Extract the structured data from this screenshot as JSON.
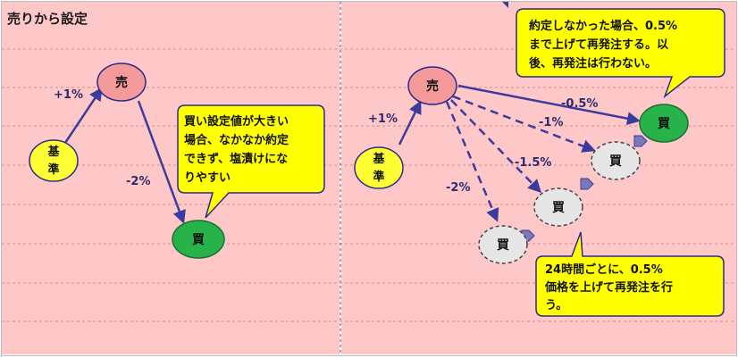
{
  "title": "売りから設定",
  "colors": {
    "background": "#ffc8c8",
    "grid_line": "#d98a8a",
    "arrow": "#3b3b9e",
    "sell_node": "#f49a9a",
    "buy_node": "#27b24a",
    "pending_buy_node": "#e6e6e6",
    "base_node": "#ffff33",
    "callout": "#ffff00",
    "callout_border": "#2b2b8a"
  },
  "left_panel": {
    "base_line1": "基",
    "base_line2": "準",
    "sell_label": "売",
    "buy_label": "買",
    "rise_pct": "+1%",
    "fall_pct": "-2%",
    "callout_lines": [
      "買い設定値が大きい",
      "場合、なかなか約定",
      "できず、塩漬けにな",
      "りやすい"
    ]
  },
  "right_panel": {
    "base_line1": "基",
    "base_line2": "準",
    "sell_label": "売",
    "buy_label": "買",
    "pending_buy_labels": [
      "買",
      "買",
      "買"
    ],
    "rise_pct": "+1%",
    "step_pcts": [
      "-0.5%",
      "-1%",
      "-1.5%",
      "-2%"
    ],
    "callout_top_lines": [
      "約定しなかった場合、0.5%",
      "まで上げて再発注する。以",
      "後、再発注は行わない。"
    ],
    "callout_bottom_lines": [
      "24時間ごとに、0.5%",
      "価格を上げて再発注を行",
      "う。"
    ]
  }
}
